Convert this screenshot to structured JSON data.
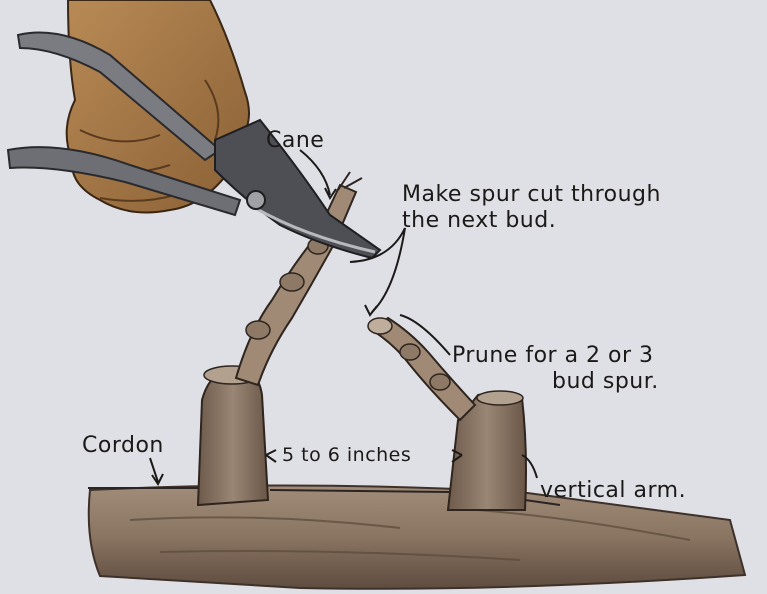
{
  "labels": {
    "cane": "Cane",
    "spur_cut_line1": "Make spur cut through",
    "spur_cut_line2": "the next bud.",
    "prune_line1": "Prune for a 2 or 3",
    "prune_line2": "bud spur.",
    "cordon": "Cordon",
    "spacing": "5 to 6 inches",
    "vertical_arm": "vertical arm."
  },
  "colors": {
    "background": "#dfe0e6",
    "wood": "#8a7462",
    "wood_dark": "#5e4c3f",
    "glove": "#a67a47",
    "glove_dark": "#7a5530",
    "shears_metal": "#6e6f74",
    "ink": "#1c1a18"
  }
}
